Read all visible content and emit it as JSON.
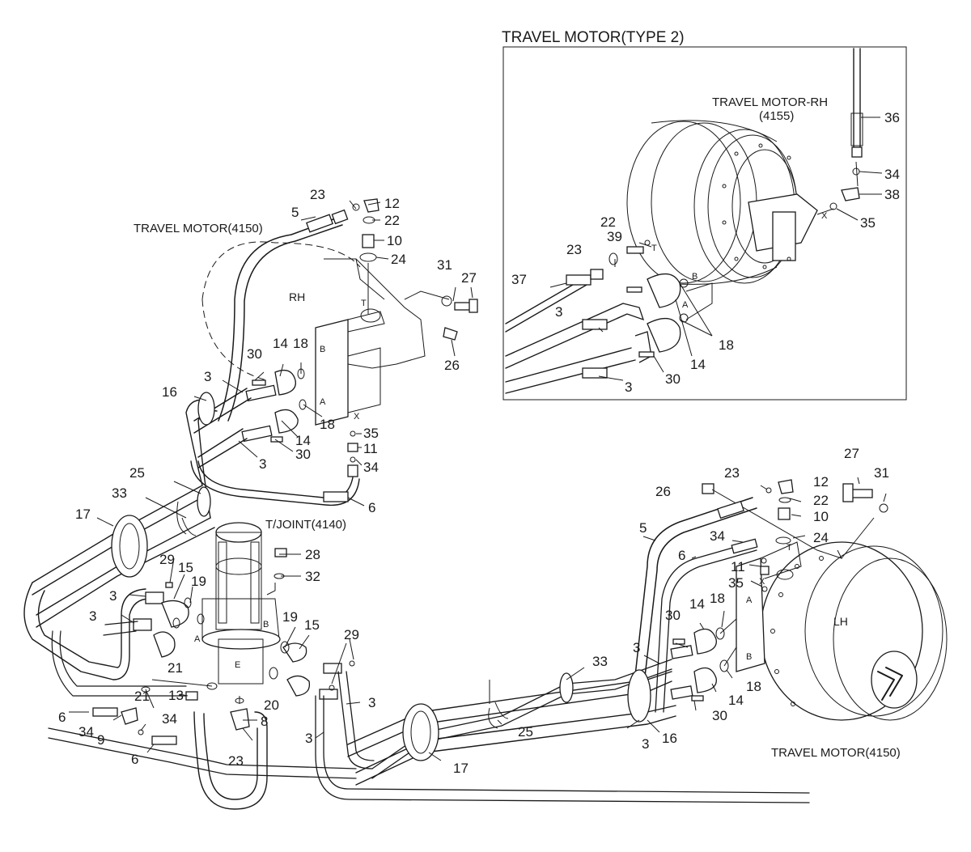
{
  "inset": {
    "title": "TRAVEL MOTOR(TYPE 2)",
    "motor_title": "TRAVEL MOTOR-RH",
    "motor_code": "(4155)"
  },
  "main": {
    "travel_motor_rh_title": "TRAVEL MOTOR(4150)",
    "travel_motor_lh_title": "TRAVEL MOTOR(4150)",
    "tjoint_title": "T/JOINT(4140)",
    "rh_mark": "RH",
    "lh_mark": "LH"
  },
  "port_marks": {
    "t": "T",
    "x": "X",
    "a": "A",
    "b": "B"
  },
  "callouts": [
    {
      "id": "c01",
      "text": "36"
    },
    {
      "id": "c02",
      "text": "34"
    },
    {
      "id": "c03",
      "text": "38"
    },
    {
      "id": "c04",
      "text": "35"
    },
    {
      "id": "c05",
      "text": "22"
    },
    {
      "id": "c06",
      "text": "39"
    },
    {
      "id": "c07",
      "text": "23"
    },
    {
      "id": "c08",
      "text": "37"
    },
    {
      "id": "c09",
      "text": "3"
    },
    {
      "id": "c10",
      "text": "18"
    },
    {
      "id": "c11",
      "text": "14"
    },
    {
      "id": "c12",
      "text": "30"
    },
    {
      "id": "c13",
      "text": "3"
    },
    {
      "id": "c14",
      "text": "23"
    },
    {
      "id": "c15",
      "text": "12"
    },
    {
      "id": "c16",
      "text": "5"
    },
    {
      "id": "c17",
      "text": "22"
    },
    {
      "id": "c18",
      "text": "10"
    },
    {
      "id": "c19",
      "text": "24"
    },
    {
      "id": "c20",
      "text": "31"
    },
    {
      "id": "c21",
      "text": "27"
    },
    {
      "id": "c22",
      "text": "26"
    },
    {
      "id": "c23",
      "text": "30"
    },
    {
      "id": "c24",
      "text": "14"
    },
    {
      "id": "c25",
      "text": "18"
    },
    {
      "id": "c26",
      "text": "3"
    },
    {
      "id": "c27",
      "text": "16"
    },
    {
      "id": "c28",
      "text": "18"
    },
    {
      "id": "c29",
      "text": "14"
    },
    {
      "id": "c30",
      "text": "35"
    },
    {
      "id": "c31",
      "text": "3"
    },
    {
      "id": "c32",
      "text": "30"
    },
    {
      "id": "c33",
      "text": "11"
    },
    {
      "id": "c34",
      "text": "34"
    },
    {
      "id": "c35",
      "text": "6"
    },
    {
      "id": "c36",
      "text": "25"
    },
    {
      "id": "c37",
      "text": "33"
    },
    {
      "id": "c38",
      "text": "17"
    },
    {
      "id": "c39",
      "text": "28"
    },
    {
      "id": "c40",
      "text": "32"
    },
    {
      "id": "c41",
      "text": "29"
    },
    {
      "id": "c42",
      "text": "15"
    },
    {
      "id": "c43",
      "text": "19"
    },
    {
      "id": "c44",
      "text": "3"
    },
    {
      "id": "c45",
      "text": "3"
    },
    {
      "id": "c46",
      "text": "19"
    },
    {
      "id": "c47",
      "text": "15"
    },
    {
      "id": "c48",
      "text": "29"
    },
    {
      "id": "c49",
      "text": "21"
    },
    {
      "id": "c50",
      "text": "13"
    },
    {
      "id": "c51",
      "text": "21"
    },
    {
      "id": "c52",
      "text": "20"
    },
    {
      "id": "c53",
      "text": "8"
    },
    {
      "id": "c54",
      "text": "3"
    },
    {
      "id": "c55",
      "text": "6"
    },
    {
      "id": "c56",
      "text": "34"
    },
    {
      "id": "c57",
      "text": "9"
    },
    {
      "id": "c58",
      "text": "34"
    },
    {
      "id": "c59",
      "text": "6"
    },
    {
      "id": "c60",
      "text": "23"
    },
    {
      "id": "c61",
      "text": "3"
    },
    {
      "id": "c62",
      "text": "17"
    },
    {
      "id": "c63",
      "text": "25"
    },
    {
      "id": "c64",
      "text": "27"
    },
    {
      "id": "c65",
      "text": "31"
    },
    {
      "id": "c66",
      "text": "23"
    },
    {
      "id": "c67",
      "text": "12"
    },
    {
      "id": "c68",
      "text": "26"
    },
    {
      "id": "c69",
      "text": "22"
    },
    {
      "id": "c70",
      "text": "10"
    },
    {
      "id": "c71",
      "text": "5"
    },
    {
      "id": "c72",
      "text": "24"
    },
    {
      "id": "c73",
      "text": "34"
    },
    {
      "id": "c74",
      "text": "6"
    },
    {
      "id": "c75",
      "text": "11"
    },
    {
      "id": "c76",
      "text": "35"
    },
    {
      "id": "c77",
      "text": "30"
    },
    {
      "id": "c78",
      "text": "14"
    },
    {
      "id": "c79",
      "text": "18"
    },
    {
      "id": "c80",
      "text": "33"
    },
    {
      "id": "c81",
      "text": "3"
    },
    {
      "id": "c82",
      "text": "18"
    },
    {
      "id": "c83",
      "text": "14"
    },
    {
      "id": "c84",
      "text": "30"
    },
    {
      "id": "c85",
      "text": "3"
    },
    {
      "id": "c86",
      "text": "16"
    }
  ]
}
